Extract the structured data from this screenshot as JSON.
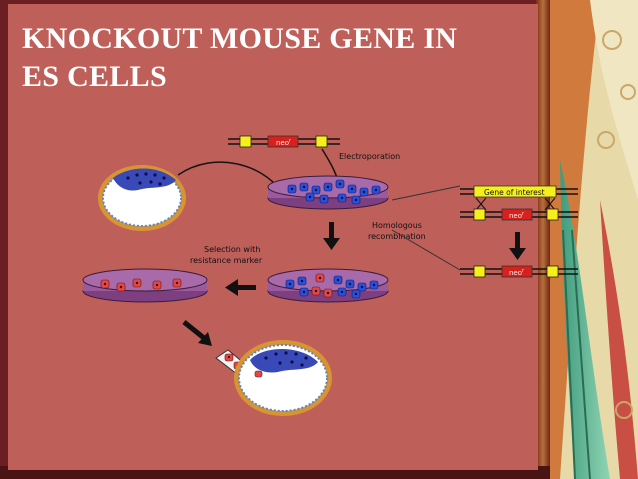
{
  "slide": {
    "title_line1": "KNOCKOUT MOUSE GENE IN",
    "title_line2": "ES CELLS"
  },
  "diagram": {
    "neo_label": "neo",
    "neo_superscript": "r",
    "electroporation_label": "Electroporation",
    "homologous_line1": "Homologous",
    "homologous_line2": "recombination",
    "selection_line1": "Selection with",
    "selection_line2": "resistance marker",
    "gene_of_interest_label": "Gene of interest"
  },
  "colors": {
    "slide_panel": "#bf5f5a",
    "dish": "#9a5a9b",
    "blue_cell": "#2b4fd6",
    "red_cell": "#e04848",
    "yellow_box": "#f7ef1a",
    "neo_box": "#d8201c"
  }
}
